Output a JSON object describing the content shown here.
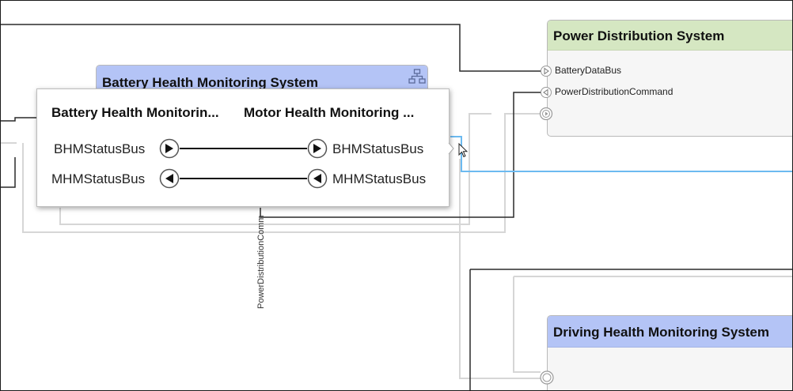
{
  "blocks": {
    "power_distribution": {
      "title": "Power Distribution System",
      "ports": [
        "BatteryDataBus",
        "PowerDistributionCommand"
      ]
    },
    "battery_health": {
      "title": "Battery Health Monitoring System"
    },
    "driving_health": {
      "title": "Driving Health Monitoring System"
    }
  },
  "popup": {
    "left_header": "Battery Health Monitorin...",
    "right_header": "Motor Health Monitoring ...",
    "rows": [
      {
        "left_port": "BHMStatusBus",
        "right_port": "BHMStatusBus",
        "direction": "right"
      },
      {
        "left_port": "MHMStatusBus",
        "right_port": "MHMStatusBus",
        "direction": "left"
      }
    ]
  },
  "connector_label": "PowerDistributionComm",
  "colors": {
    "pds_header": "#d5e7c2",
    "bhms_header": "#b4c4f6",
    "highlight_wire": "#6cbaf0"
  },
  "icons": {
    "architecture": "architecture-icon",
    "cursor": "mouse-cursor-icon"
  }
}
